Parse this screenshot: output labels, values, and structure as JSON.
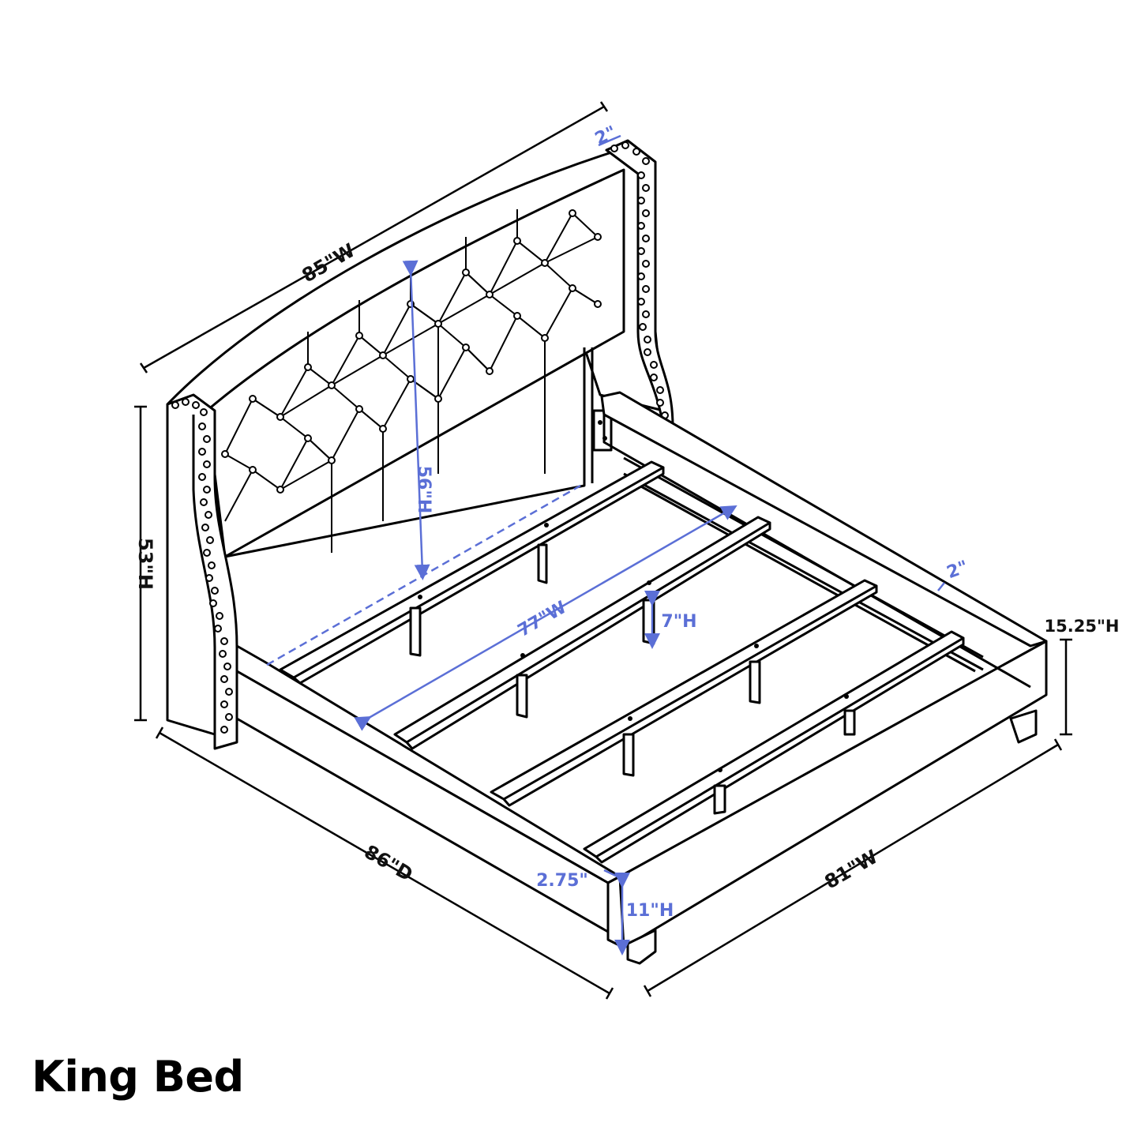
{
  "title": "King Bed",
  "dimensions": {
    "headboard_width": "85\"W",
    "headboard_depth": "2\"",
    "total_height": "53\"H",
    "headboard_panel_height": "56\"H",
    "slat_width": "77\"W",
    "leg_height": "7\"H",
    "rail_thickness": "2\"",
    "frame_height": "15.25\"H",
    "total_depth": "86\"D",
    "rail_board": "2.75\"",
    "footboard_height": "11\"H",
    "total_width": "81\"W"
  },
  "colors": {
    "line": "#000000",
    "accent": "#5b6fd6"
  }
}
